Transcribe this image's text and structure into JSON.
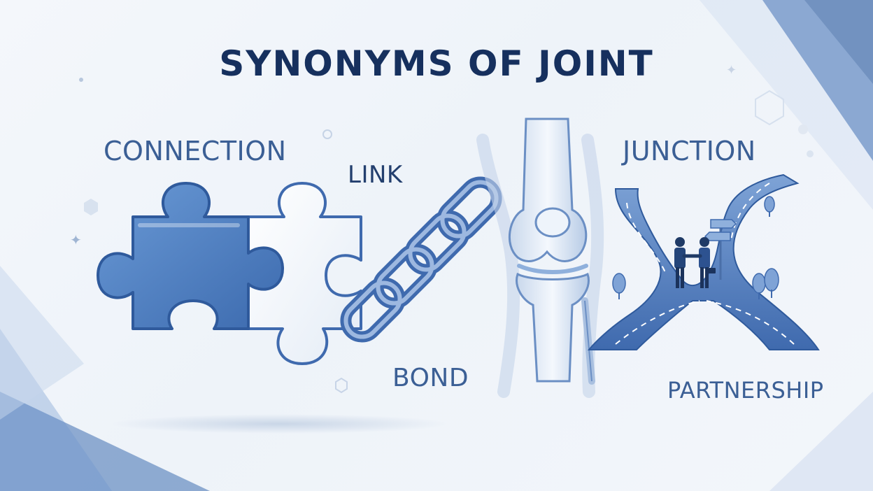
{
  "title": "SYNONYMS OF JOINT",
  "synonyms": {
    "connection": "CONNECTION",
    "link": "LINK",
    "junction": "JUNCTION",
    "bond": "BOND",
    "partnership": "PARTNERSHIP"
  },
  "colors": {
    "title": "#16305e",
    "word": "#3b5f95",
    "puzzle_blue": "#4f80c2",
    "puzzle_white": "#f5f8fc",
    "chain": "#5c7fb3",
    "road": "#5d89c6"
  },
  "illustrations": [
    "puzzle-pieces",
    "chain-links",
    "knee-joint",
    "road-junction-handshake"
  ]
}
